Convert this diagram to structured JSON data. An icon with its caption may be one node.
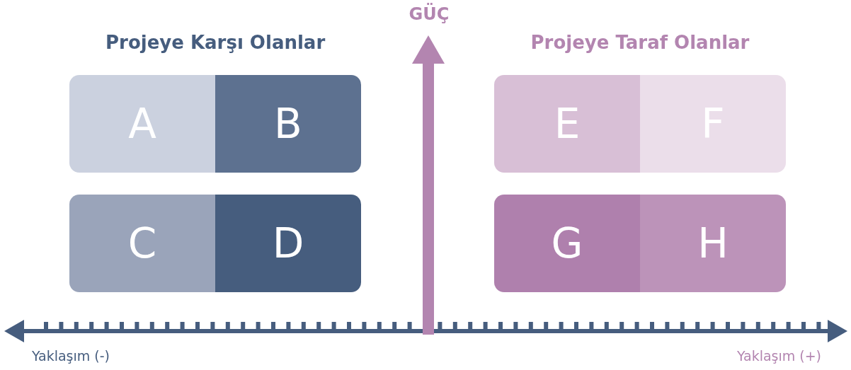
{
  "diagram": {
    "nodes": [
      {
        "text": [
          "A"
        ]
      },
      {
        "text": [
          "B"
        ]
      },
      {
        "text": [
          "E"
        ]
      },
      {
        "text": [
          "F"
        ]
      },
      {
        "text": [
          "C"
        ]
      },
      {
        "text": [
          "D"
        ]
      },
      {
        "text": [
          "G"
        ]
      },
      {
        "text": [
          "H"
        ]
      }
    ],
    "labels": [
      "GÜÇ",
      "Projeye Karşı Olanlar",
      "Projeye Taraf Olanlar",
      "Yaklaşım (-)",
      "Yaklaşım (+)"
    ]
  }
}
